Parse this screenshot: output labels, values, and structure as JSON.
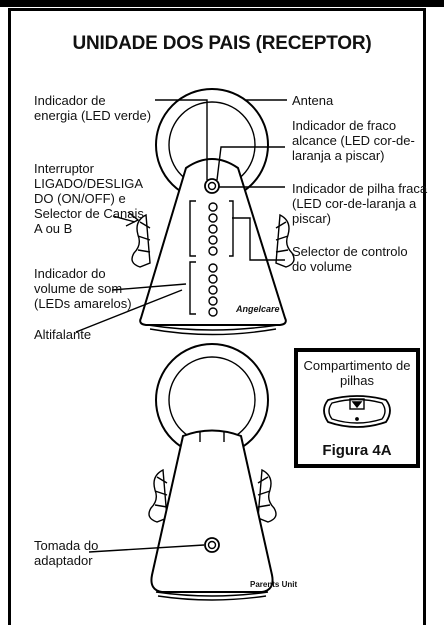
{
  "title": "UNIDADE DOS PAIS (RECEPTOR)",
  "labels": {
    "power_indicator": "Indicador de\nenergia (LED verde)",
    "antenna": "Antena",
    "low_range_indicator": "Indicador de fraco\nalcance (LED cor-de-\nlaranja a piscar)",
    "power_switch": "Interruptor\nLIGADO/DESLIGA\nDO (ON/OFF) e\nSelector de Canais\nA ou B",
    "low_battery_indicator": "Indicador de pilha fraca\n(LED cor-de-laranja a\npiscar)",
    "volume_selector": "Selector de controlo\ndo volume",
    "sound_volume_indicator": "Indicador do\nvolume de som\n(LEDs amarelos)",
    "speaker": "Altifalante",
    "adapter_socket": "Tomada do\nadaptador"
  },
  "device": {
    "brand": "Angelcare",
    "back_plate": "Parents Unit"
  },
  "inset": {
    "title": "Compartimento de\npilhas",
    "caption": "Figura 4A"
  }
}
